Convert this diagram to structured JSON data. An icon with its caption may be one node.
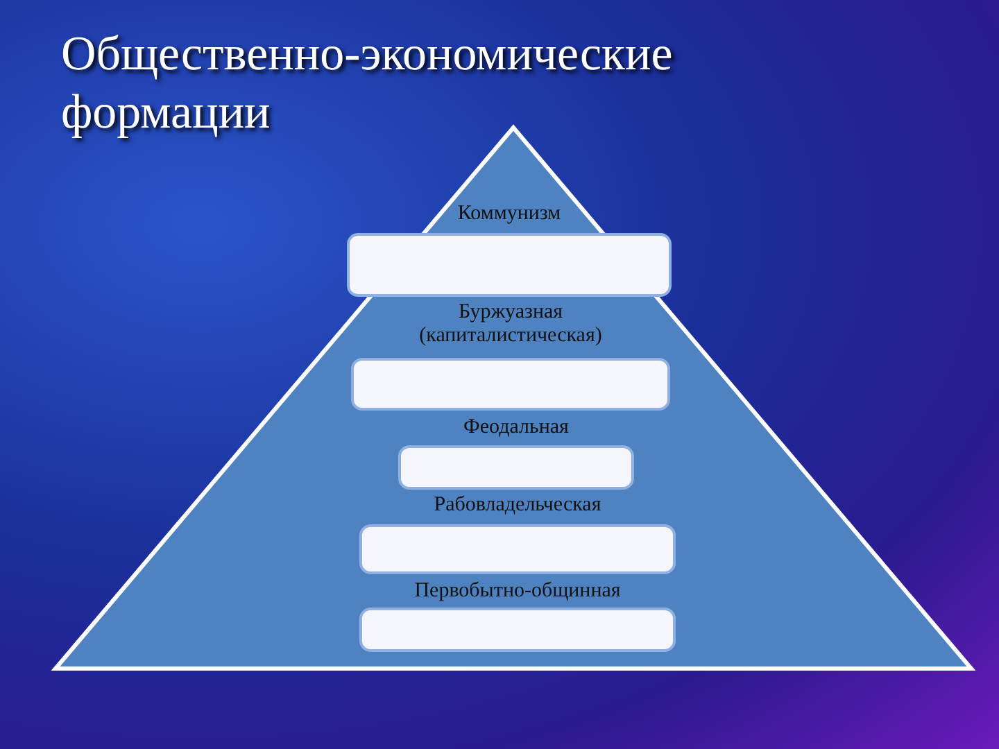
{
  "diagram": {
    "title": "Общественно-экономические формации",
    "nodes": [
      {
        "text": [
          "Коммунизм"
        ]
      },
      {
        "text": [
          "Буржуазная (капиталистическая)"
        ]
      },
      {
        "text": [
          "Феодальная"
        ]
      },
      {
        "text": [
          "Рабовладельческая"
        ]
      },
      {
        "text": [
          "Первобытно-общинная"
        ]
      }
    ]
  }
}
